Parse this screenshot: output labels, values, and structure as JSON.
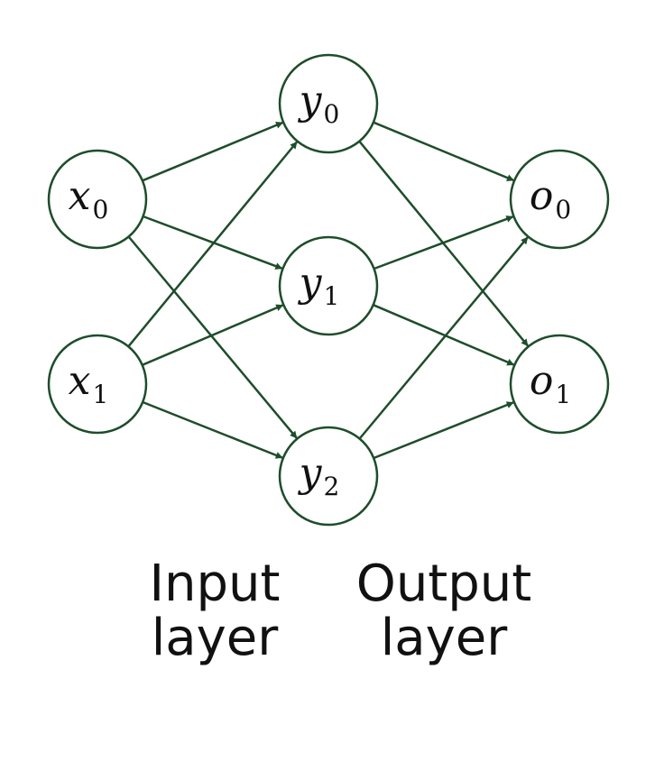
{
  "colors": {
    "edge": "#1e4d2b",
    "node_stroke": "#1e4d2b",
    "node_fill": "#ffffff",
    "text": "#111111"
  },
  "nodes": {
    "x0": {
      "base": "x",
      "sub": "0"
    },
    "x1": {
      "base": "x",
      "sub": "1"
    },
    "y0": {
      "base": "y",
      "sub": "0"
    },
    "y1": {
      "base": "y",
      "sub": "1"
    },
    "y2": {
      "base": "y",
      "sub": "2"
    },
    "o0": {
      "base": "o",
      "sub": "0"
    },
    "o1": {
      "base": "o",
      "sub": "1"
    }
  },
  "labels": {
    "input_line1": "Input",
    "input_line2": "layer",
    "output_line1": "Output",
    "output_line2": "layer"
  }
}
